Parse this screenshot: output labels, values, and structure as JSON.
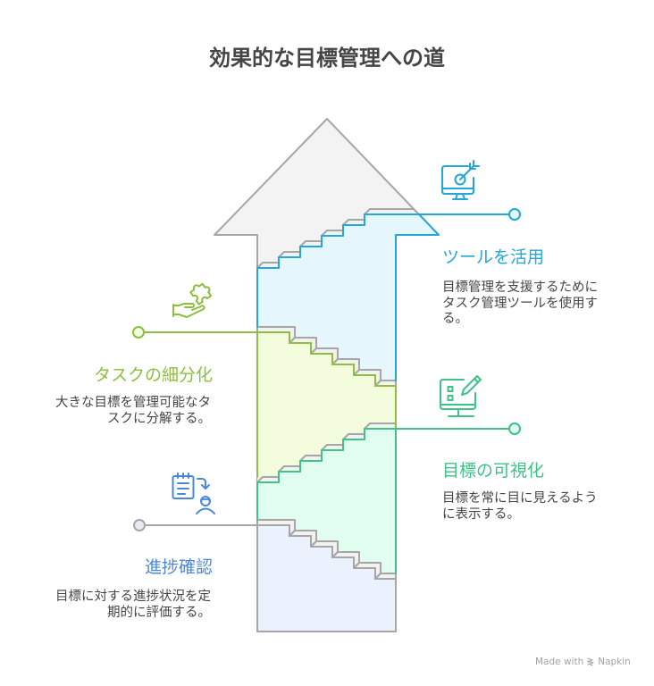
{
  "title": "効果的な目標管理への道",
  "colors": {
    "outline": "#A6A6A6",
    "arrow_fill": "#F3F3F3"
  },
  "steps": [
    {
      "id": "tools",
      "title": "ツールを活用",
      "description_lines": [
        "目標管理を支援するために",
        "タスク管理ツールを使用す",
        "る。"
      ],
      "color": "#21A7D8",
      "fill": "#E5F6FD",
      "icon": "monitor-target-icon"
    },
    {
      "id": "breakdown",
      "title": "タスクの細分化",
      "description_lines": [
        "大きな目標を管理可能なタ",
        "スクに分解する。"
      ],
      "color": "#8CBF3F",
      "fill": "#F3FCDC",
      "icon": "puzzle-hand-icon"
    },
    {
      "id": "visualize",
      "title": "目標の可視化",
      "description_lines": [
        "目標を常に目に見えるよう",
        "に表示する。"
      ],
      "color": "#3DC387",
      "fill": "#E0FDEF",
      "icon": "monitor-pencil-icon"
    },
    {
      "id": "review",
      "title": "進捗確認",
      "description_lines": [
        "目標に対する進捗状況を定",
        "期的に評価する。"
      ],
      "color": "#4B88DC",
      "fill": "#ECF1FE",
      "icon": "clipboard-person-icon"
    }
  ],
  "footer": {
    "made_with": "Made with",
    "brand": "Napkin"
  }
}
